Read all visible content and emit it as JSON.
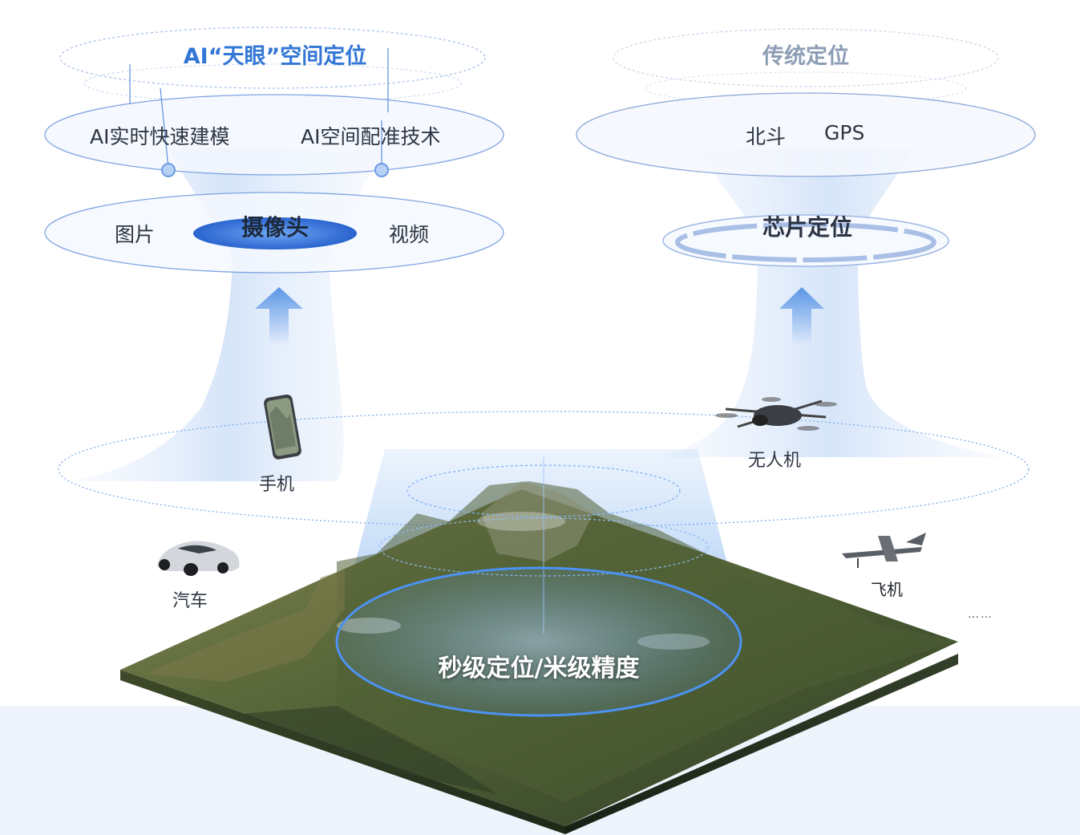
{
  "left_stack": {
    "title": "AI“天眼”空间定位",
    "tech_items": [
      "AI实时快速建模",
      "AI空间配准技术"
    ],
    "source_items": [
      "图片",
      "摄像头",
      "视频"
    ]
  },
  "right_stack": {
    "title": "传统定位",
    "tech_items": [
      "北斗",
      "GPS"
    ],
    "base_label": "芯片定位"
  },
  "devices": {
    "phone": "手机",
    "drone": "无人机",
    "car": "汽车",
    "plane": "飞机",
    "more": "……"
  },
  "terrain": {
    "caption": "秒级定位/米级精度"
  },
  "colors": {
    "primary_blue": "#2f6fd8",
    "title_blue": "#3377d6",
    "gray_title": "#8c9db5",
    "funnel_fill": "#dde9fb",
    "ring_stroke": "#8fb0e8",
    "ground": "#eef3fc"
  },
  "icons": [
    "phone-icon",
    "drone-icon",
    "car-icon",
    "plane-icon",
    "up-arrow-icon"
  ]
}
